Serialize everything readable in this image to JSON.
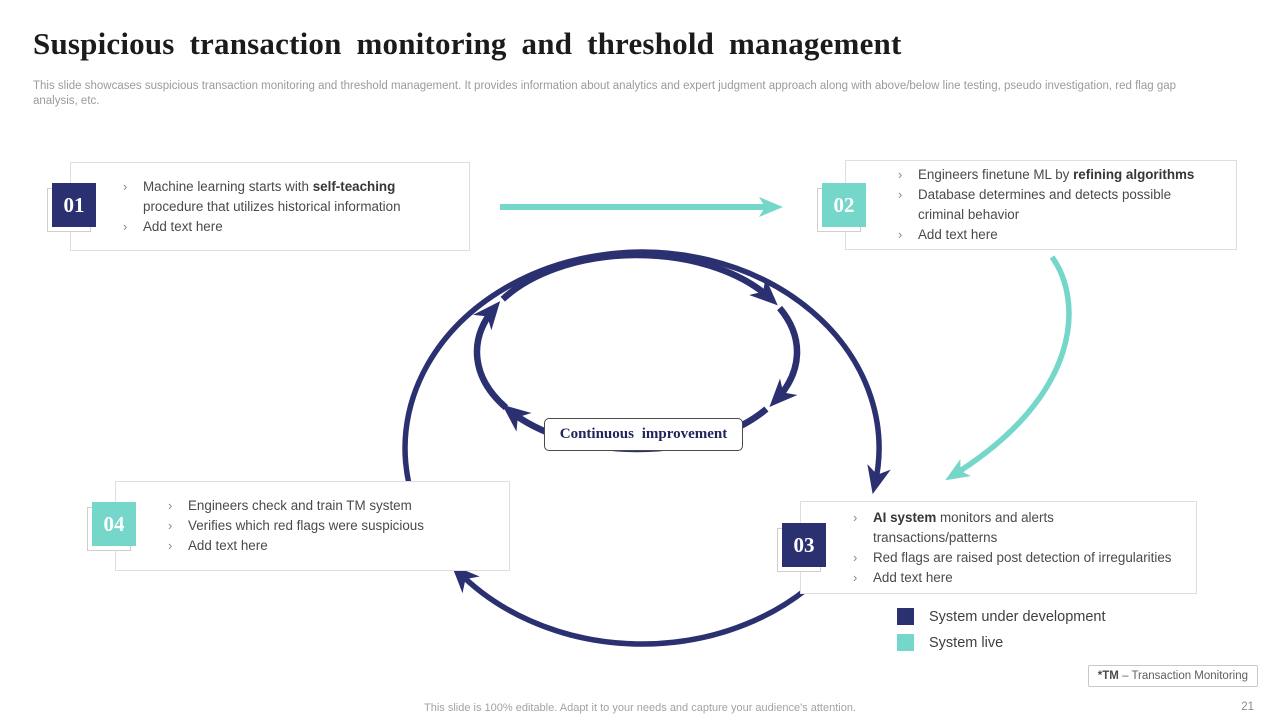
{
  "slide": {
    "title": "Suspicious transaction monitoring and threshold management",
    "subtitle_lines": [
      "This slide showcases suspicious transaction monitoring and threshold management. It provides information about analytics and expert judgment approach along with above/below line testing, pseudo investigation, red flag gap",
      "analysis, etc."
    ],
    "footer": "This slide is 100% editable. Adapt it to your needs and capture your audience's attention.",
    "page_number": "21"
  },
  "icons": {
    "bullet_marker": "›"
  },
  "cards": [
    {
      "number": "01",
      "badge_color": "navy",
      "bullets": [
        [
          {
            "t": "Machine learning starts with "
          },
          {
            "b": "self-teaching"
          },
          {
            "br": true
          },
          {
            "t": "procedure that utilizes historical information"
          }
        ],
        [
          {
            "t": "Add text here"
          }
        ]
      ]
    },
    {
      "number": "02",
      "badge_color": "teal",
      "bullets": [
        [
          {
            "t": "Engineers finetune ML by "
          },
          {
            "b": "refining algorithms"
          }
        ],
        [
          {
            "t": "Database determines and detects possible"
          },
          {
            "br": true
          },
          {
            "t": "criminal behavior"
          }
        ],
        [
          {
            "t": "Add text here"
          }
        ]
      ]
    },
    {
      "number": "03",
      "badge_color": "navy",
      "bullets": [
        [
          {
            "b": "AI system"
          },
          {
            "t": " monitors and alerts"
          },
          {
            "br": true
          },
          {
            "t": "transactions/patterns"
          }
        ],
        [
          {
            "t": "Red flags are raised post detection of irregularities"
          }
        ],
        [
          {
            "t": "Add text here"
          }
        ]
      ]
    },
    {
      "number": "04",
      "badge_color": "teal",
      "bullets": [
        [
          {
            "t": "Engineers check and train TM system"
          }
        ],
        [
          {
            "t": "Verifies which red flags were suspicious"
          }
        ],
        [
          {
            "t": "Add text here"
          }
        ]
      ]
    }
  ],
  "center_label": "Continuous improvement",
  "legend": [
    {
      "label": "System under development",
      "color": "#2b3070"
    },
    {
      "label": "System live",
      "color": "#74d7c9"
    }
  ],
  "footnote": {
    "bold": "*TM",
    "rest": " – Transaction Monitoring"
  },
  "colors": {
    "navy": "#2b3070",
    "teal": "#74d7c9"
  }
}
